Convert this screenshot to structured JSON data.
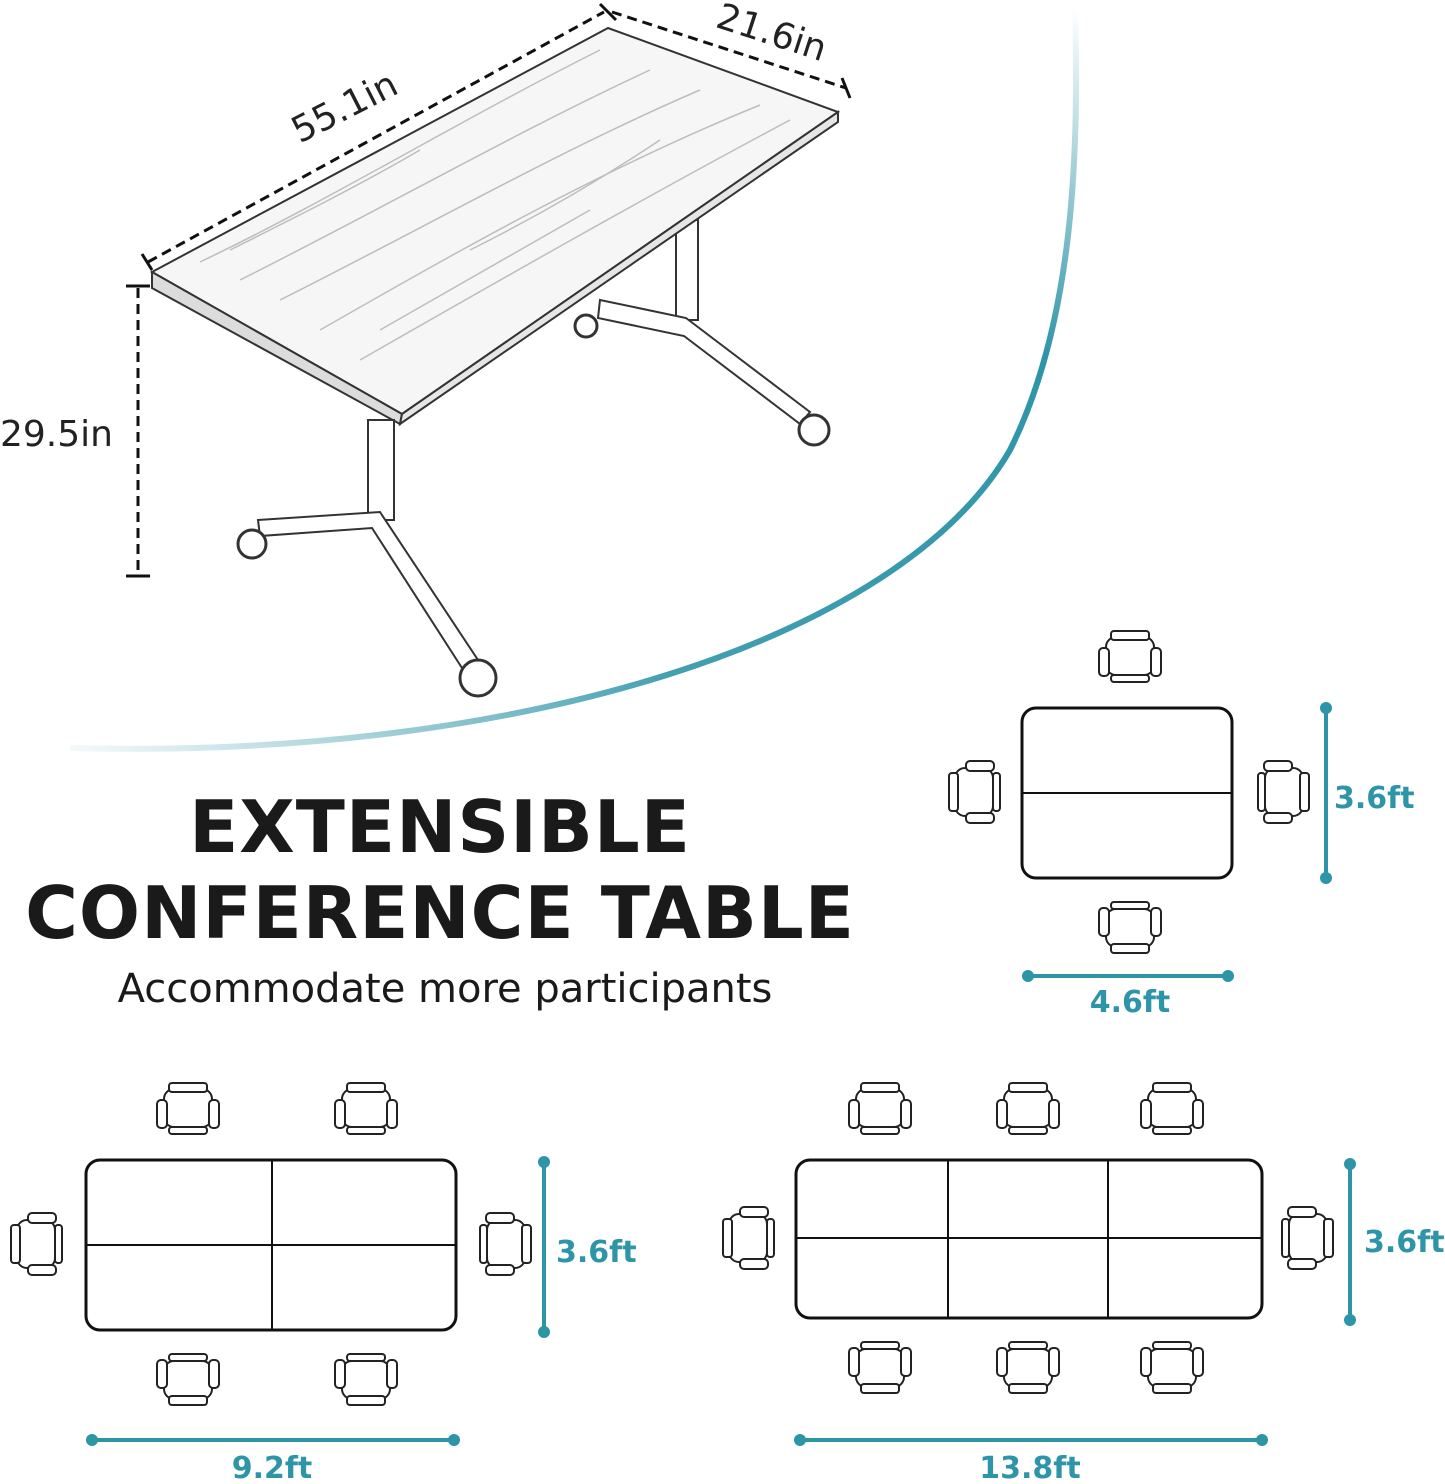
{
  "headline": {
    "line1": "EXTENSIBLE",
    "line2": "CONFERENCE TABLE",
    "subtitle": "Accommodate more participants"
  },
  "product_dimensions": {
    "length": "55.1in",
    "width": "21.6in",
    "height": "29.5in"
  },
  "layouts": [
    {
      "name": "2 tables",
      "width_label": "4.6ft",
      "depth_label": "3.6ft",
      "tables": 2,
      "seats_long_side": 1,
      "seats_end": 1,
      "total_seats": 4
    },
    {
      "name": "4 tables",
      "width_label": "9.2ft",
      "depth_label": "3.6ft",
      "tables": 4,
      "seats_long_side": 2,
      "seats_end": 1,
      "total_seats": 6
    },
    {
      "name": "6 tables",
      "width_label": "13.8ft",
      "depth_label": "3.6ft",
      "tables": 6,
      "seats_long_side": 3,
      "seats_end": 1,
      "total_seats": 8
    }
  ],
  "colors": {
    "accent": "#2e94a8",
    "text": "#1a1a1a",
    "line": "#222222"
  }
}
